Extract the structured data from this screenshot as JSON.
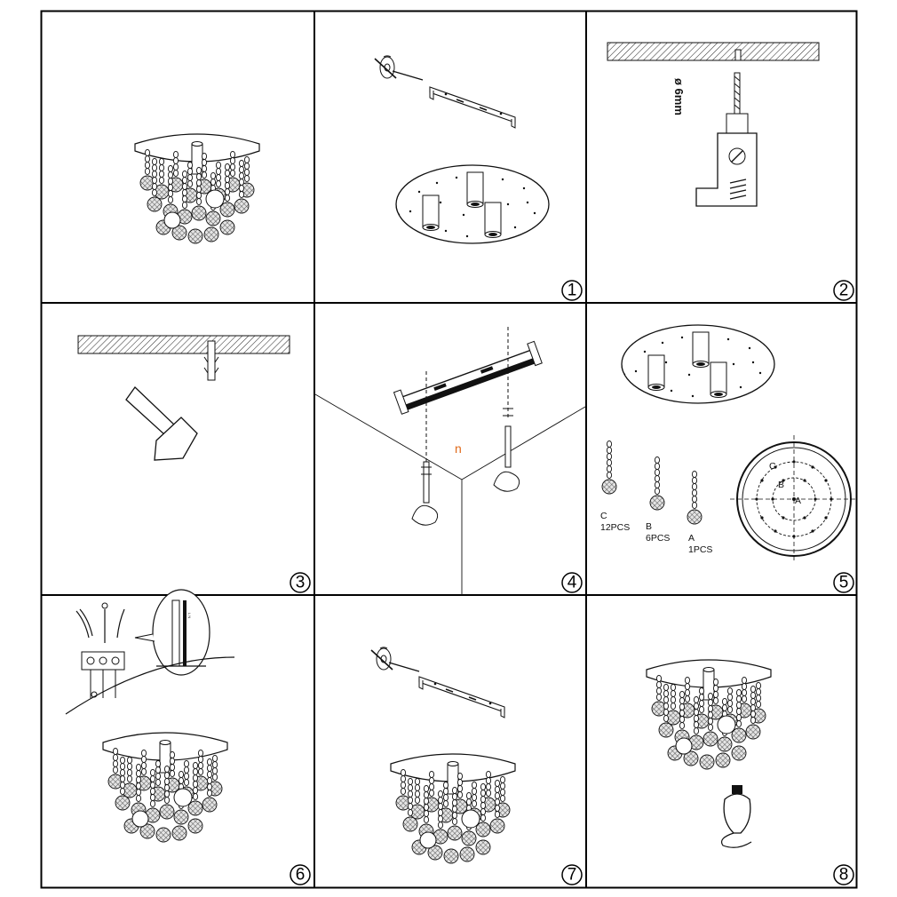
{
  "panels": [
    {
      "id": "overview",
      "step": ""
    },
    {
      "id": "step-1",
      "step": "1"
    },
    {
      "id": "step-2",
      "step": "2",
      "drill_label": "ø 6mm"
    },
    {
      "id": "step-3",
      "step": "3"
    },
    {
      "id": "step-4",
      "step": "4",
      "corner_mark": "n"
    },
    {
      "id": "step-5",
      "step": "5"
    },
    {
      "id": "step-6",
      "step": "6"
    },
    {
      "id": "step-7",
      "step": "7"
    },
    {
      "id": "step-8",
      "step": "8"
    }
  ],
  "pendants": [
    {
      "type": "C",
      "qty": "12PCS"
    },
    {
      "type": "B",
      "qty": "6PCS"
    },
    {
      "type": "A",
      "qty": "1PCS"
    }
  ],
  "ring_labels": [
    "C",
    "B",
    "A"
  ]
}
